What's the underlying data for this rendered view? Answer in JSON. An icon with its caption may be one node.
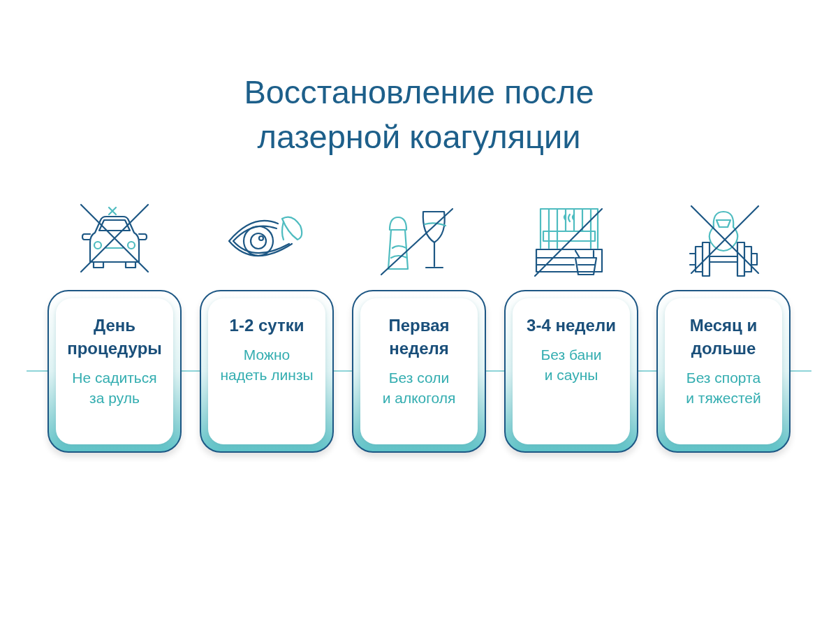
{
  "diagram": {
    "title": "Восстановление после лазерной коагуляции",
    "nodes": [
      {
        "text": [
          "День процедуры",
          "Не садиться за руль"
        ]
      },
      {
        "text": [
          "1-2 сутки",
          "Можно надеть линзы"
        ]
      },
      {
        "text": [
          "Первая неделя",
          "Без соли и алкоголя"
        ]
      },
      {
        "text": [
          "3-4 недели",
          "Без бани и сауны"
        ]
      },
      {
        "text": [
          "Месяц и дольше",
          "Без спорта и тяжестей"
        ]
      }
    ],
    "edges": [
      {
        "from": null,
        "to": 0,
        "arrow": "none"
      },
      {
        "from": 0,
        "to": 1,
        "arrow": "none"
      },
      {
        "from": 1,
        "to": 2,
        "arrow": "none"
      },
      {
        "from": 2,
        "to": 3,
        "arrow": "none"
      },
      {
        "from": 3,
        "to": 4,
        "arrow": "none"
      },
      {
        "from": 4,
        "to": null,
        "arrow": "none"
      }
    ]
  }
}
